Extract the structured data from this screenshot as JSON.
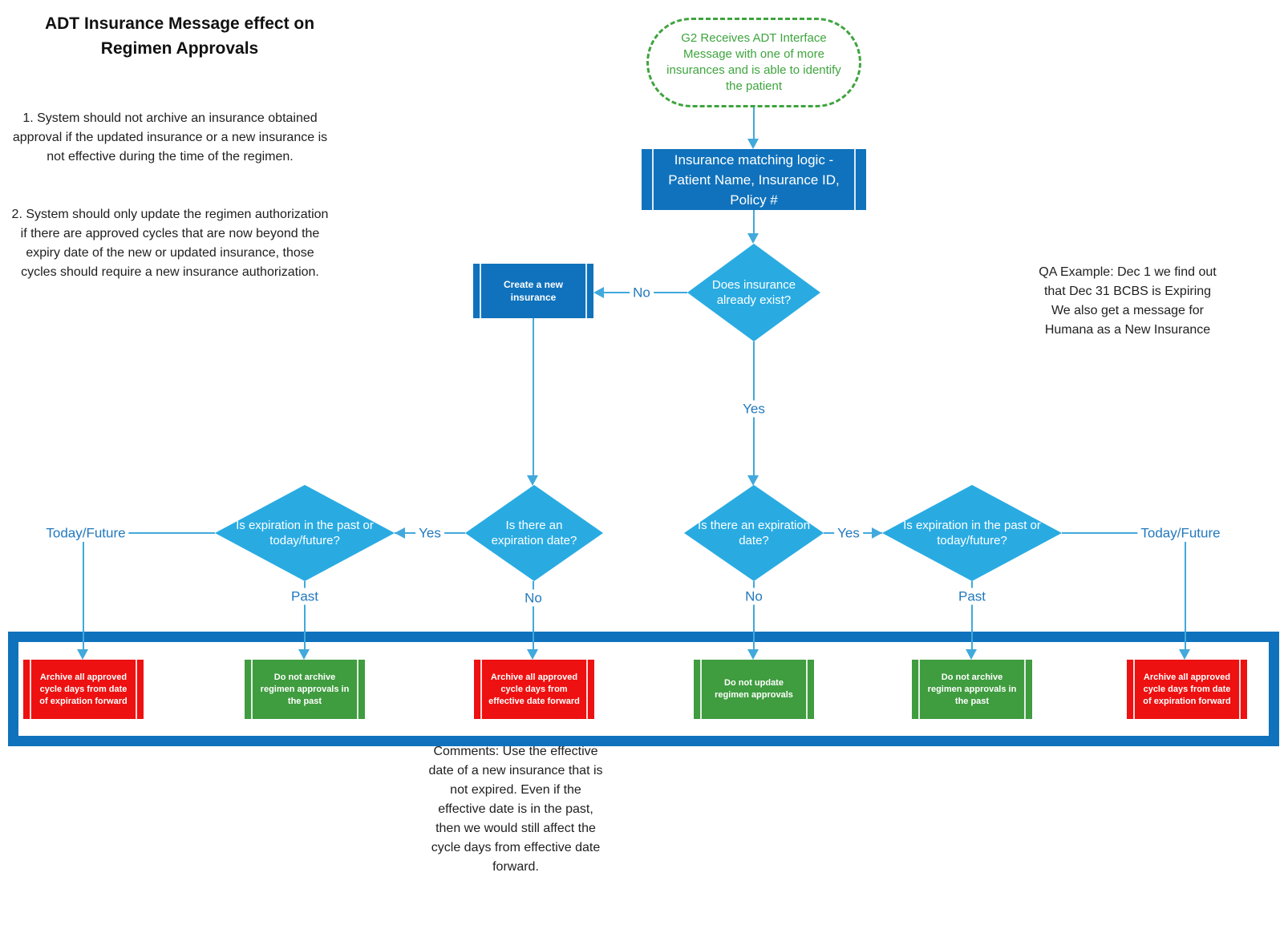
{
  "title": "ADT Insurance Message effect on Regimen Approvals",
  "notes": {
    "note1": "1. System should not archive an insurance obtained approval if the updated insurance or a new insurance is not effective during the time of the regimen.",
    "note2": "2. System should only update the regimen authorization if there are approved cycles that are now beyond the expiry date of the new or updated insurance, those cycles should require a new insurance authorization."
  },
  "qa_example": "QA Example: Dec 1 we find out that Dec 31 BCBS is Expiring\nWe also get a message for Humana as a New Insurance",
  "comments": "Comments: Use the effective date of a new insurance that is not expired.  Even if the effective date is in the past, then we would still affect the cycle days from effective date forward.",
  "start": "G2 Receives ADT Interface Message with one of more insurances and is able to identify the patient",
  "processes": {
    "matching": "Insurance matching logic - Patient Name, Insurance ID, Policy #",
    "create": "Create a new insurance"
  },
  "decisions": {
    "exists": "Does insurance already exist?",
    "expiration_past_left": "Is expiration in the past or today/future?",
    "has_expiration_left": "Is there an expiration date?",
    "has_expiration_right": "Is there an expiration date?",
    "expiration_past_right": "Is expiration in the past or today/future?"
  },
  "edges": {
    "no_create": "No",
    "yes_exists": "Yes",
    "yes_left": "Yes",
    "yes_right": "Yes",
    "today_future_left": "Today/Future",
    "today_future_right": "Today/Future",
    "past_left": "Past",
    "past_right": "Past",
    "no_left": "No",
    "no_right": "No"
  },
  "outcomes": [
    {
      "text": "Archive all approved cycle days from date of expiration forward",
      "color": "red"
    },
    {
      "text": "Do not archive regimen approvals in the past",
      "color": "green"
    },
    {
      "text": "Archive all approved cycle days from effective date forward",
      "color": "red"
    },
    {
      "text": "Do not update regimen approvals",
      "color": "green"
    },
    {
      "text": "Do not archive regimen approvals in the past",
      "color": "green"
    },
    {
      "text": "Archive all approved cycle days from date of expiration forward",
      "color": "red"
    }
  ],
  "colors": {
    "dark_blue": "#1072bc",
    "light_blue": "#29abe2",
    "connector": "#41a9dc",
    "label_blue": "#2279be",
    "red": "#ed1111",
    "green": "#3f9c3f",
    "start_green": "#3ea43e"
  }
}
